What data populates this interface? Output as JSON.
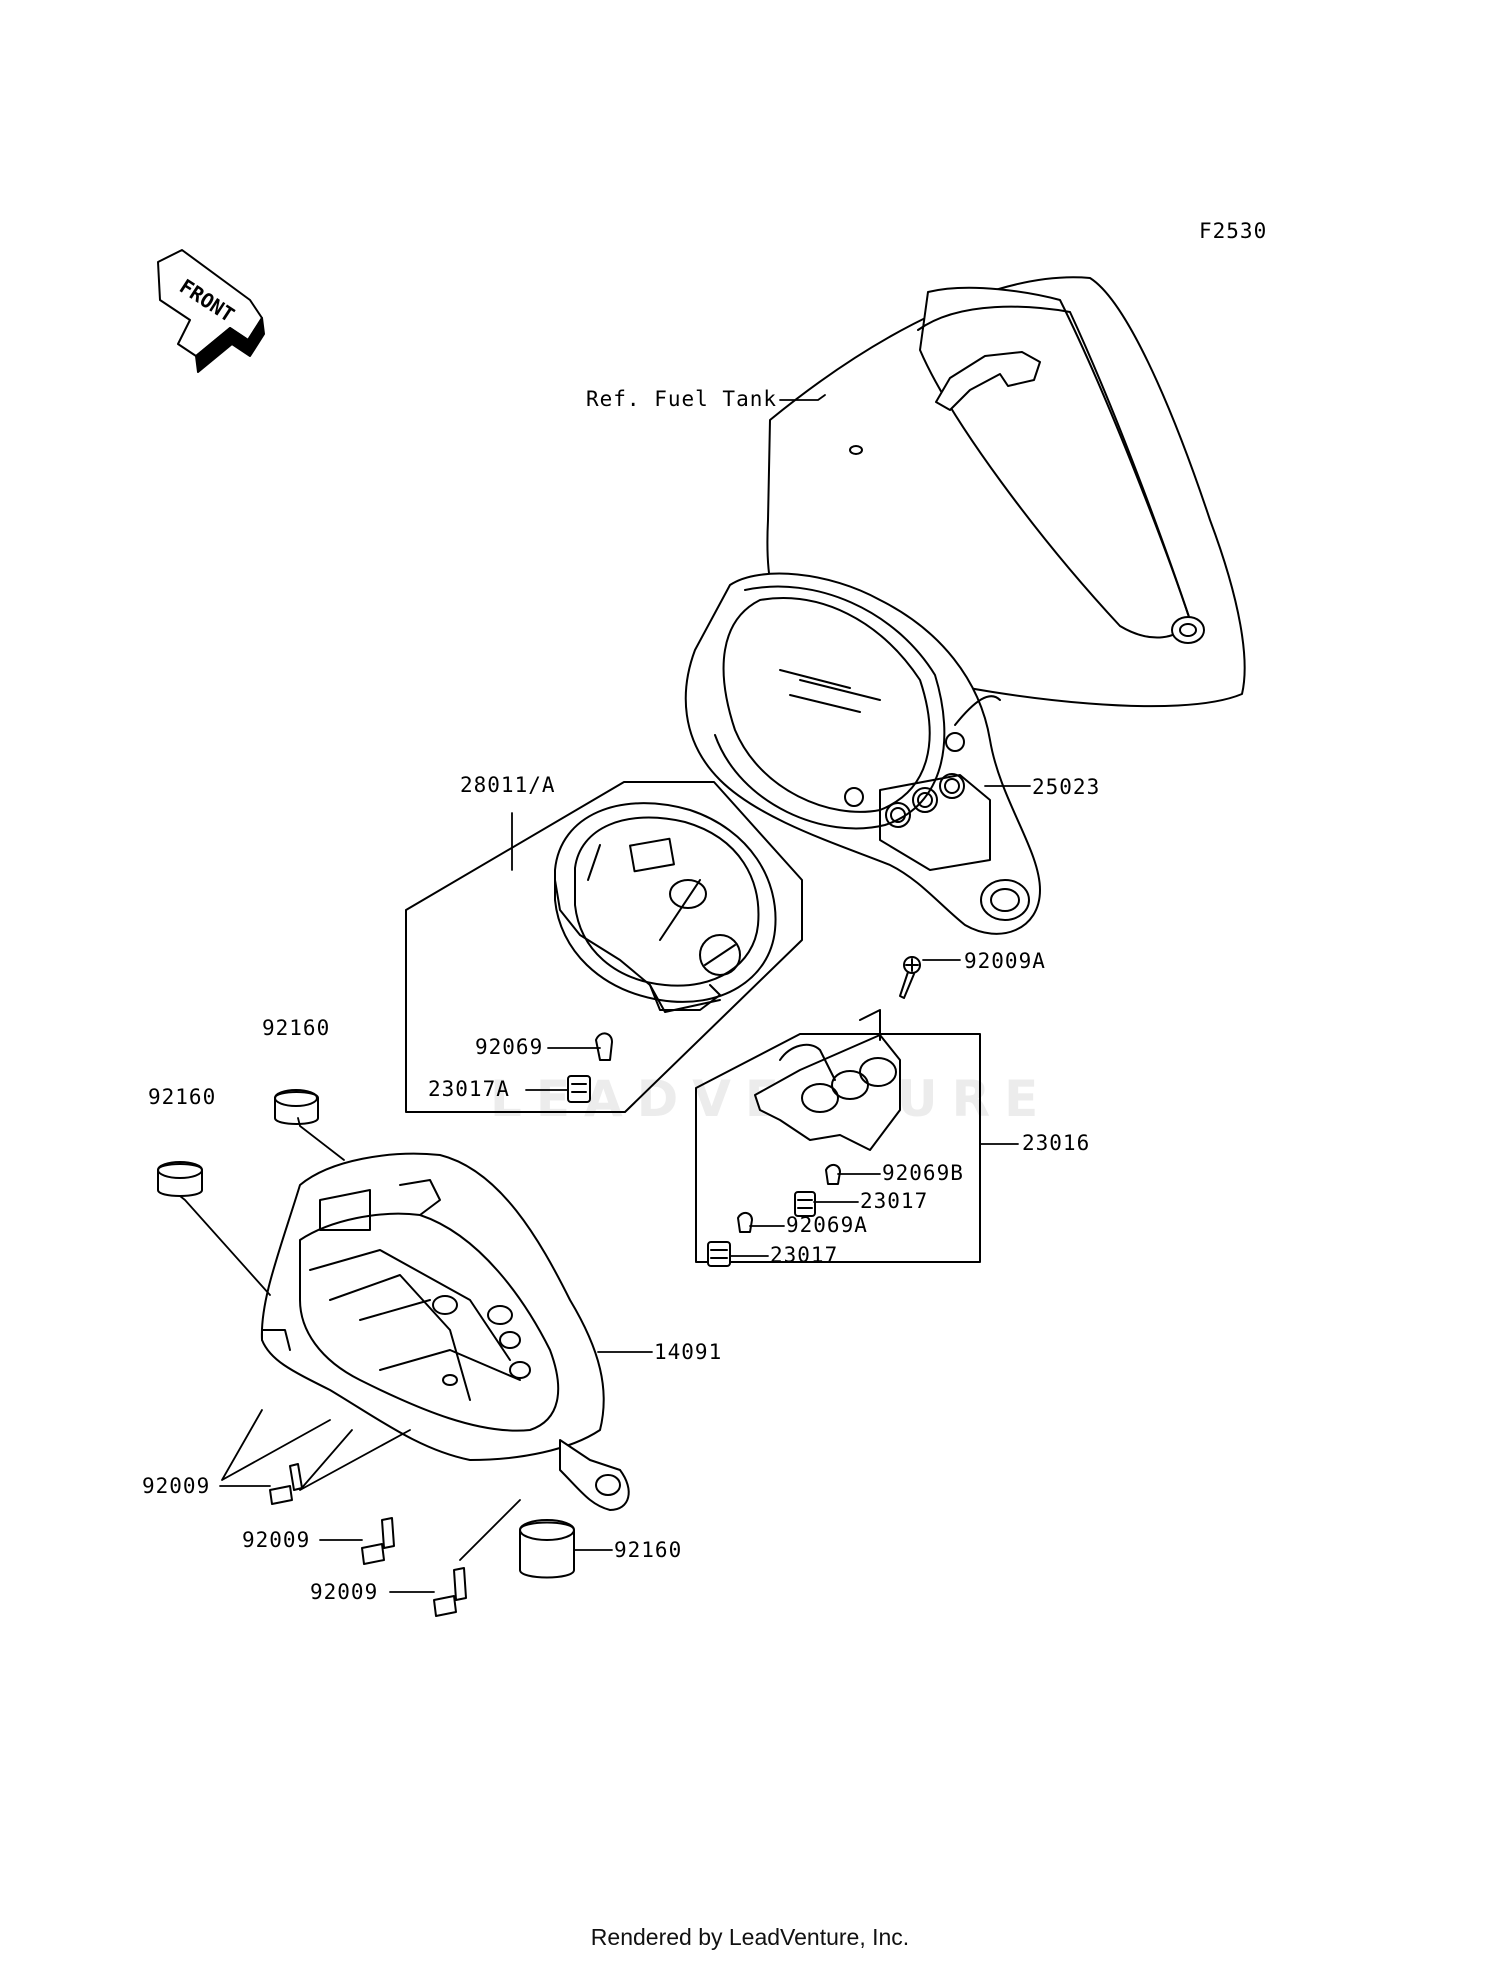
{
  "diagram_code": "F2530",
  "front_arrow_label": "FRONT",
  "watermark": "LEADVENTURE",
  "footer": "Rendered by LeadVenture, Inc.",
  "labels": {
    "ref_fuel_tank": "Ref. Fuel Tank",
    "p25023": "25023",
    "p28011a": "28011/A",
    "p92009a": "92009A",
    "p92160_top": "92160",
    "p92160_left": "92160",
    "p92069": "92069",
    "p23017a": "23017A",
    "p23016": "23016",
    "p92069b": "92069B",
    "p23017_top": "23017",
    "p92069a": "92069A",
    "p23017_bottom": "23017",
    "p14091": "14091",
    "p92009_1": "92009",
    "p92009_2": "92009",
    "p92009_3": "92009",
    "p92160_bottom": "92160"
  }
}
